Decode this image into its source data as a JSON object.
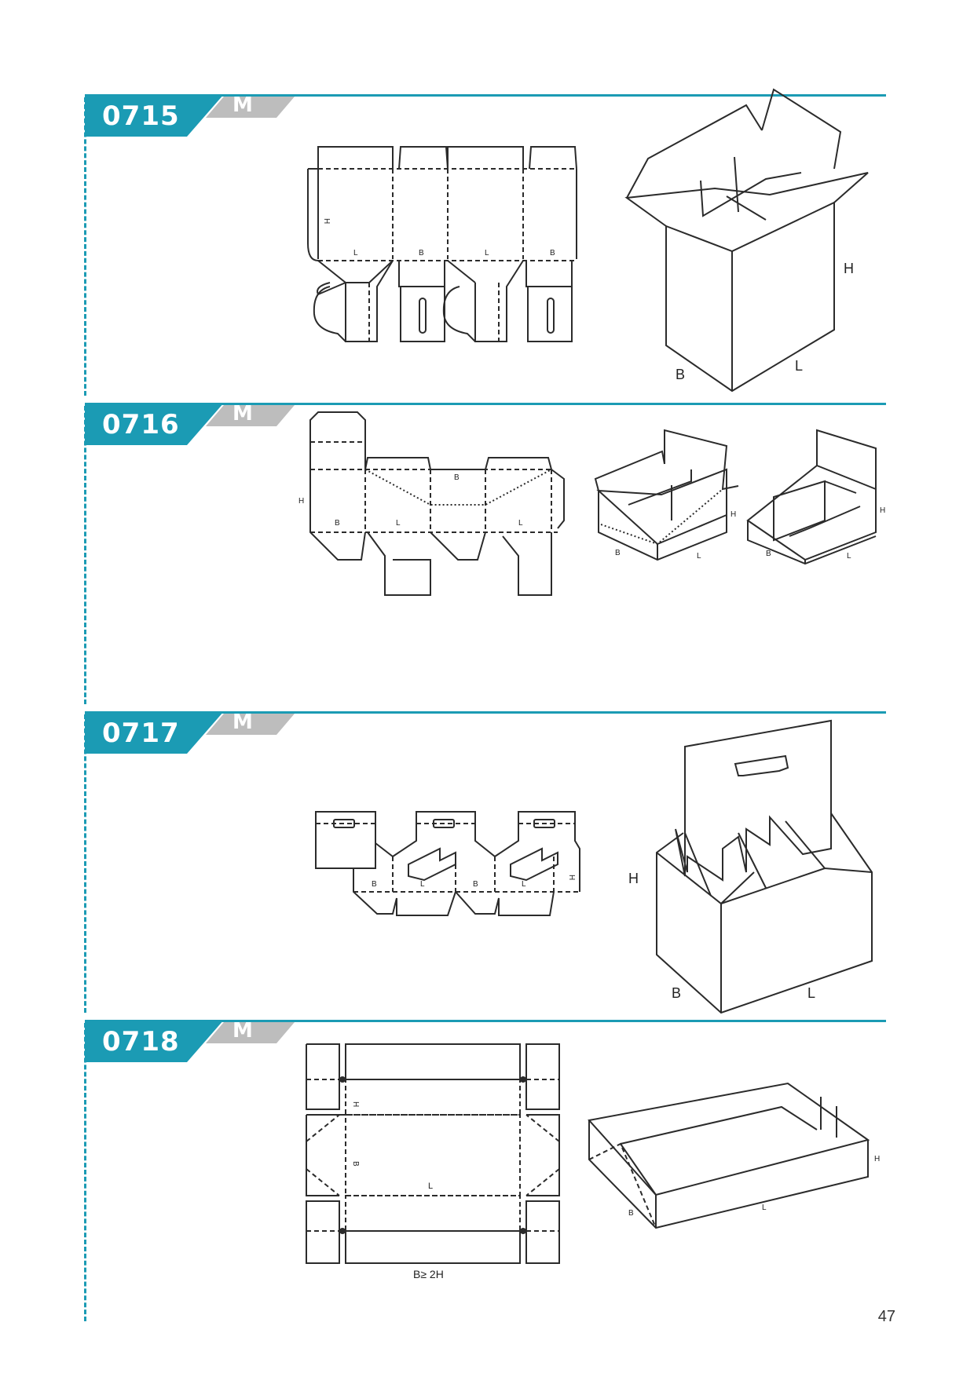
{
  "page_number": "47",
  "colors": {
    "accent": "#1b9bb4",
    "badge_grey": "#bdbdbd",
    "line": "#2b2b2b"
  },
  "sections": [
    {
      "code": "0715",
      "badge": "M",
      "die_labels": {
        "h": "H",
        "l1": "L",
        "b1": "B",
        "l2": "L",
        "b2": "B"
      },
      "box_labels": {
        "h": "H",
        "b": "B",
        "l": "L"
      }
    },
    {
      "code": "0716",
      "badge": "M",
      "die_labels": {
        "h": "H",
        "b_top": "B",
        "b1": "B",
        "l1": "L",
        "l2": "L"
      },
      "box1_labels": {
        "h": "H",
        "b": "B",
        "l": "L"
      },
      "box2_labels": {
        "h": "H",
        "b": "B",
        "l": "L"
      }
    },
    {
      "code": "0717",
      "badge": "M",
      "die_labels": {
        "b1": "B",
        "l1": "L",
        "b2": "B",
        "l2": "L",
        "h": "H"
      },
      "box_labels": {
        "h": "H",
        "b": "B",
        "l": "L"
      }
    },
    {
      "code": "0718",
      "badge": "M",
      "die_labels": {
        "h": "H",
        "b": "B",
        "l": "L"
      },
      "formula": "B≥ 2H",
      "box_labels": {
        "h": "H",
        "b": "B",
        "l": "L"
      }
    }
  ]
}
